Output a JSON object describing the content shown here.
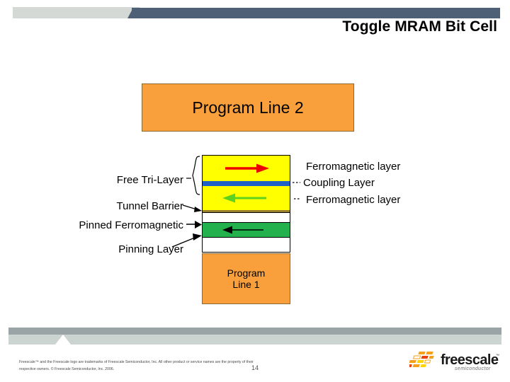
{
  "header": {
    "title": "Toggle MRAM Bit Cell"
  },
  "diagram": {
    "program_line_2": "Program Line 2",
    "program_line_1_line1": "Program",
    "program_line_1_line2": "Line 1",
    "left_labels": {
      "free_tri_layer": "Free Tri-Layer",
      "tunnel_barrier": "Tunnel Barrier",
      "pinned_ferromagnetic": "Pinned Ferromagnetic",
      "pinning_layer": "Pinning Layer"
    },
    "right_labels": {
      "ferromagnetic_top": "Ferromagnetic layer",
      "coupling": "Coupling Layer",
      "ferromagnetic_bottom": "Ferromagnetic layer"
    },
    "layers": [
      {
        "name": "ferromagnetic-top",
        "color": "#ffff00",
        "arrow": "right",
        "arrow_color": "#ee0000"
      },
      {
        "name": "coupling",
        "color": "#1f61c4",
        "arrow": "none",
        "arrow_color": ""
      },
      {
        "name": "ferromagnetic-bottom",
        "color": "#ffff00",
        "arrow": "left",
        "arrow_color": "#5fd11e"
      },
      {
        "name": "tunnel-barrier",
        "color": "#9b7f2a",
        "arrow": "none",
        "arrow_color": ""
      },
      {
        "name": "spacer",
        "color": "#ffffff",
        "arrow": "none",
        "arrow_color": ""
      },
      {
        "name": "pinned-ferromagnetic",
        "color": "#22b14c",
        "arrow": "left",
        "arrow_color": "#000000"
      },
      {
        "name": "pinning-layer",
        "color": "#ffffff",
        "arrow": "none",
        "arrow_color": ""
      }
    ],
    "colors": {
      "program_line_fill": "#f9a03c",
      "ferromagnetic_fill": "#ffff00",
      "coupling_fill": "#1f61c4",
      "pinned_fill": "#22b14c",
      "tunnel_fill": "#9b7f2a",
      "header_bar": "#4e6076",
      "header_block": "#d4d9d6"
    }
  },
  "footer": {
    "legal": "Freescale™ and the Freescale logo are trademarks of Freescale Semiconductor, Inc. All other product or service names are the property of their respective owners. © Freescale Semiconductor, Inc. 2006.",
    "page_number": "14",
    "logo_word": "freescale",
    "logo_tm": "™",
    "logo_sub": "semiconductor"
  }
}
